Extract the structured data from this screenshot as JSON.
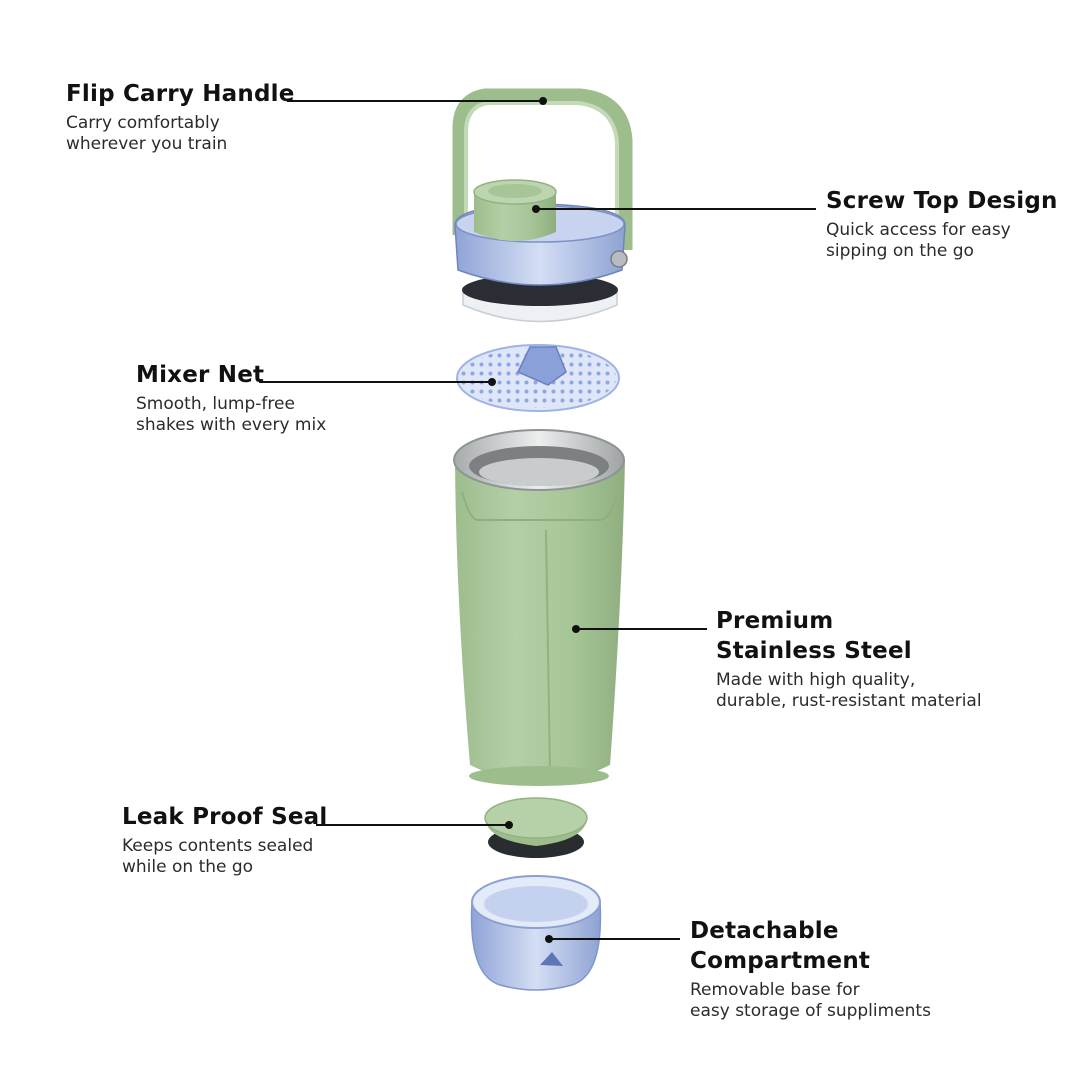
{
  "colors": {
    "sage_green": "#a9c79a",
    "sage_green_dark": "#8fb07f",
    "stainless": "#cfd2d3",
    "clear_blue": "#b9c8ea",
    "leader_line": "#111111"
  },
  "features": {
    "handle": {
      "title": "Flip Carry Handle",
      "desc": "Carry comfortably\nwherever you train"
    },
    "screw_top": {
      "title": "Screw Top Design",
      "desc": "Quick access for easy\nsipping on the go"
    },
    "mixer": {
      "title": "Mixer Net",
      "desc": "Smooth, lump-free\nshakes with every mix"
    },
    "steel": {
      "title": "Premium\nStainless Steel",
      "desc": "Made with high quality,\ndurable, rust-resistant material"
    },
    "seal": {
      "title": "Leak Proof Seal",
      "desc": "Keeps contents sealed\nwhile on the go"
    },
    "compartment": {
      "title": "Detachable\nCompartment",
      "desc": "Removable base for\neasy storage of suppliments"
    }
  }
}
